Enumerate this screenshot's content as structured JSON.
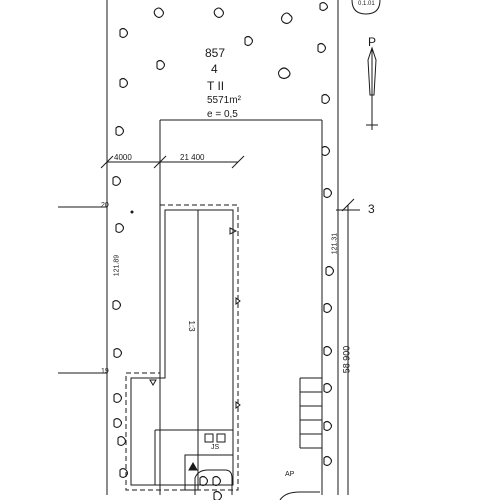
{
  "plan": {
    "block_number": "857",
    "lot_number": "4",
    "zone_code": "T II",
    "area": "5571m²",
    "efficiency": "e = 0,5",
    "north_marker": "P",
    "section_ref": "3",
    "stamp_text": "0.1.01",
    "dim_left_setback": "4000",
    "dim_building_width": "21 400",
    "dim_right_length": "58 900",
    "elevation_left_top": "121.89",
    "elevation_right": "121.31",
    "grid_mark_20": "20",
    "grid_mark_19": "19",
    "building_ratio": "1:3",
    "annex_label": "JS",
    "access_point_label": "AP"
  },
  "colors": {
    "ink": "#1a1a1a",
    "paper": "#ffffff"
  }
}
